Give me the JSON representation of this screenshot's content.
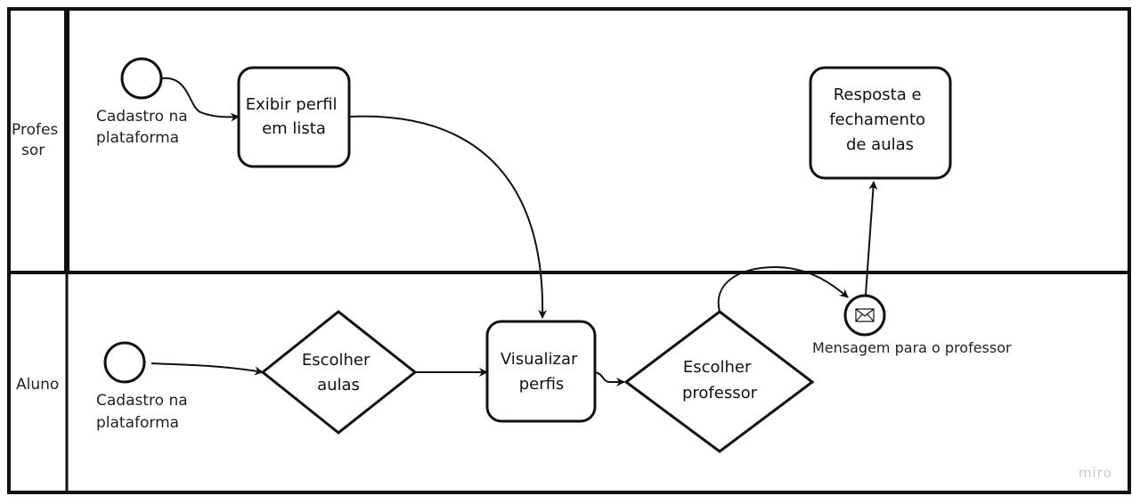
{
  "lanes": [
    {
      "label_lines": [
        "Profes",
        "sor"
      ]
    },
    {
      "label_lines": [
        "Aluno"
      ]
    }
  ],
  "start_event_professor": {
    "label_lines": [
      "Cadastro na",
      "plataforma"
    ]
  },
  "start_event_aluno": {
    "label_lines": [
      "Cadastro na",
      "plataforma"
    ]
  },
  "task_exibir_perfil": {
    "label_lines": [
      "Exibir perfil",
      "em lista"
    ]
  },
  "task_resposta": {
    "label_lines": [
      "Resposta e",
      "fechamento",
      "de aulas"
    ]
  },
  "gateway_escolher_aulas": {
    "label_lines": [
      "Escolher",
      "aulas"
    ]
  },
  "task_visualizar": {
    "label_lines": [
      "Visualizar",
      "perfis"
    ]
  },
  "gateway_escolher_professor": {
    "label_lines": [
      "Escolher",
      "professor"
    ]
  },
  "message_event": {
    "label": "Mensagem para o professor",
    "icon": "envelope-icon"
  },
  "watermark": "miro",
  "colors": {
    "stroke": "#111111",
    "background": "#ffffff",
    "watermark": "#c9c9c9"
  }
}
